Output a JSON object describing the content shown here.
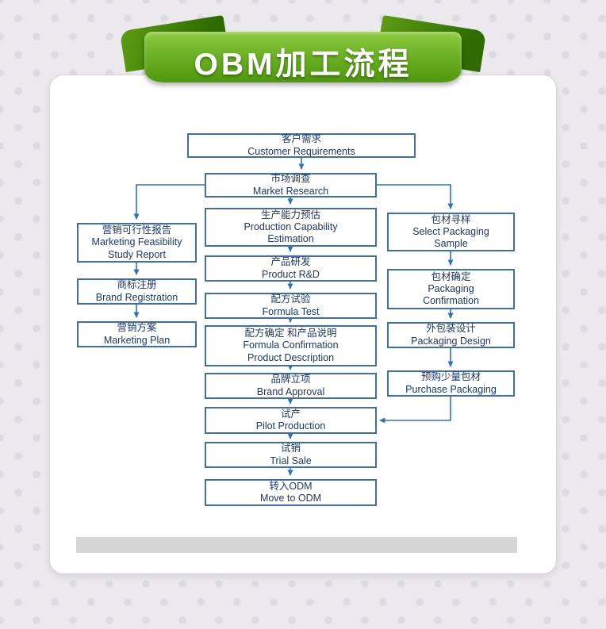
{
  "banner": {
    "title": "OBM加工流程"
  },
  "flow": {
    "nodes": {
      "customer": {
        "cn": "客户需求",
        "en": "Customer Requirements"
      },
      "market": {
        "cn": "市场调查",
        "en": "Market Research"
      },
      "capacity": {
        "cn": "生产能力预估",
        "en": "Production Capability\nEstimation"
      },
      "rd": {
        "cn": "产品研发",
        "en": "Product R&D"
      },
      "formulaTest": {
        "cn": "配方试验",
        "en": "Formula Test"
      },
      "formulaConfirm": {
        "cn": "配方确定 和产品说明",
        "en": "Formula Confirmation\nProduct Description"
      },
      "brandApproval": {
        "cn": "品牌立项",
        "en": "Brand Approval"
      },
      "pilot": {
        "cn": "试产",
        "en": "Pilot Production"
      },
      "trial": {
        "cn": "试销",
        "en": "Trial Sale"
      },
      "odm": {
        "cn": "转入ODM",
        "en": "Move to ODM"
      },
      "feasibility": {
        "cn": "营销可行性报告",
        "en": "Marketing Feasibility\nStudy Report"
      },
      "brandReg": {
        "cn": "商标注册",
        "en": "Brand Registration"
      },
      "marketingPlan": {
        "cn": "营销方案",
        "en": "Marketing Plan"
      },
      "selectPackaging": {
        "cn": "包材寻样",
        "en": "Select Packaging\nSample"
      },
      "packagingConfirm": {
        "cn": "包材确定",
        "en": "Packaging\nConfirmation"
      },
      "packagingDesign": {
        "cn": "外包装设计",
        "en": "Packaging Design"
      },
      "purchasePackaging": {
        "cn": "预购少量包材",
        "en": "Purchase Packaging"
      }
    },
    "edges": [
      {
        "from": "customer",
        "to": "market"
      },
      {
        "from": "market",
        "to": "capacity"
      },
      {
        "from": "market",
        "to": "feasibility"
      },
      {
        "from": "market",
        "to": "selectPackaging"
      },
      {
        "from": "capacity",
        "to": "rd"
      },
      {
        "from": "rd",
        "to": "formulaTest"
      },
      {
        "from": "formulaTest",
        "to": "formulaConfirm"
      },
      {
        "from": "formulaConfirm",
        "to": "brandApproval"
      },
      {
        "from": "brandApproval",
        "to": "pilot"
      },
      {
        "from": "pilot",
        "to": "trial"
      },
      {
        "from": "trial",
        "to": "odm"
      },
      {
        "from": "feasibility",
        "to": "brandReg"
      },
      {
        "from": "brandReg",
        "to": "marketingPlan"
      },
      {
        "from": "selectPackaging",
        "to": "packagingConfirm"
      },
      {
        "from": "packagingConfirm",
        "to": "packagingDesign"
      },
      {
        "from": "packagingDesign",
        "to": "purchasePackaging"
      },
      {
        "from": "purchasePackaging",
        "to": "pilot"
      }
    ]
  },
  "colors": {
    "page_bg": "#ebe9ed",
    "card_bg": "#ffffff",
    "banner_green_light": "#8fca43",
    "banner_green_dark": "#4f970d",
    "banner_fold": "#2f6b02",
    "box_border": "#3f6fa3",
    "box_text": "#1f3864",
    "arrow": "#2e75b6",
    "footer_strip": "#d6d6d6"
  }
}
